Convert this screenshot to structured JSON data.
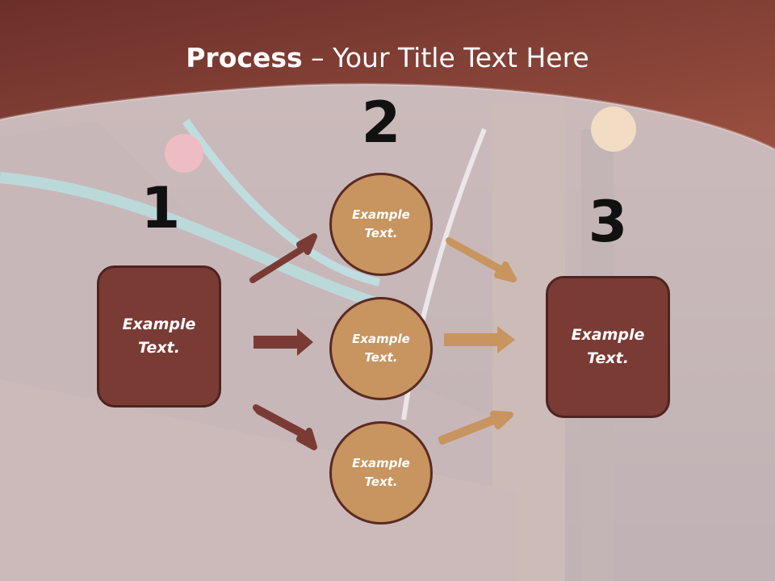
{
  "title": {
    "bold": "Process",
    "rest": " – Your Title Text Here"
  },
  "steps": [
    {
      "number": "1",
      "text": "Example\nText."
    },
    {
      "number": "2"
    },
    {
      "number": "3",
      "text": "Example\nText."
    }
  ],
  "circles": [
    {
      "text": "Example\nText."
    },
    {
      "text": "Example\nText."
    },
    {
      "text": "Example\nText."
    }
  ],
  "colors": {
    "header": "#8a4336",
    "box": "#7a3b34",
    "circle": "#c8945f",
    "arrow_dark": "#7a3b34",
    "arrow_light": "#c8945f"
  }
}
